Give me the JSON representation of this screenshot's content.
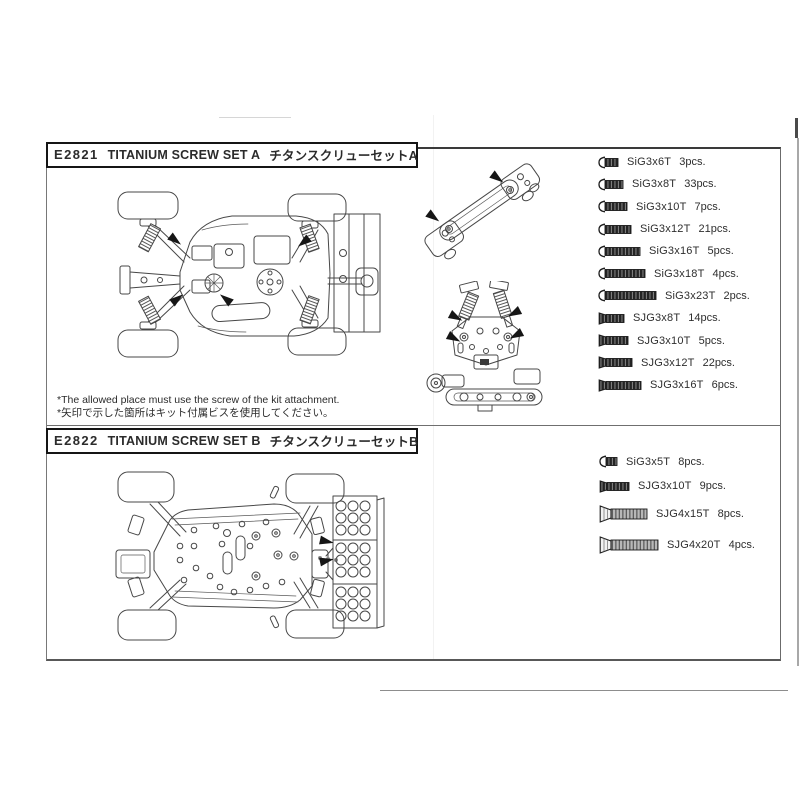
{
  "document": {
    "section_a": {
      "header": {
        "code": "E2821",
        "title_en": "TITANIUM SCREW SET A",
        "title_jp": "チタンスクリューセットA"
      },
      "notes": {
        "en": "*The allowed place must use the screw of the kit attachment.",
        "jp": "*矢印で示した箇所はキット付属ビスを使用してください。"
      },
      "screws": [
        {
          "name": "SiG3x6T",
          "qty": "3pcs.",
          "head": "button",
          "len_mm": 6,
          "diam_mm": 3
        },
        {
          "name": "SiG3x8T",
          "qty": "33pcs.",
          "head": "button",
          "len_mm": 8,
          "diam_mm": 3
        },
        {
          "name": "SiG3x10T",
          "qty": "7pcs.",
          "head": "button",
          "len_mm": 10,
          "diam_mm": 3
        },
        {
          "name": "SiG3x12T",
          "qty": "21pcs.",
          "head": "button",
          "len_mm": 12,
          "diam_mm": 3
        },
        {
          "name": "SiG3x16T",
          "qty": "5pcs.",
          "head": "button",
          "len_mm": 16,
          "diam_mm": 3
        },
        {
          "name": "SiG3x18T",
          "qty": "4pcs.",
          "head": "button",
          "len_mm": 18,
          "diam_mm": 3
        },
        {
          "name": "SiG3x23T",
          "qty": "2pcs.",
          "head": "button",
          "len_mm": 23,
          "diam_mm": 3
        },
        {
          "name": "SJG3x8T",
          "qty": "14pcs.",
          "head": "flat",
          "len_mm": 8,
          "diam_mm": 3
        },
        {
          "name": "SJG3x10T",
          "qty": "5pcs.",
          "head": "flat",
          "len_mm": 10,
          "diam_mm": 3
        },
        {
          "name": "SJG3x12T",
          "qty": "22pcs.",
          "head": "flat",
          "len_mm": 12,
          "diam_mm": 3
        },
        {
          "name": "SJG3x16T",
          "qty": "6pcs.",
          "head": "flat",
          "len_mm": 16,
          "diam_mm": 3
        }
      ]
    },
    "section_b": {
      "header": {
        "code": "E2822",
        "title_en": "TITANIUM SCREW SET B",
        "title_jp": "チタンスクリューセットB"
      },
      "screws": [
        {
          "name": "SiG3x5T",
          "qty": "8pcs.",
          "head": "button",
          "len_mm": 5,
          "diam_mm": 3
        },
        {
          "name": "SJG3x10T",
          "qty": "9pcs.",
          "head": "flat",
          "len_mm": 10,
          "diam_mm": 3
        },
        {
          "name": "SJG4x15T",
          "qty": "8pcs.",
          "head": "flat",
          "len_mm": 15,
          "diam_mm": 4
        },
        {
          "name": "SJG4x20T",
          "qty": "4pcs.",
          "head": "flat",
          "len_mm": 20,
          "diam_mm": 4
        }
      ]
    }
  },
  "colors": {
    "ink": "#2b2b2b",
    "frame_line": "#6b6b6b",
    "arrow": "#161616",
    "screw_dark": "#242424",
    "screw_light": "#b8b8b8"
  }
}
